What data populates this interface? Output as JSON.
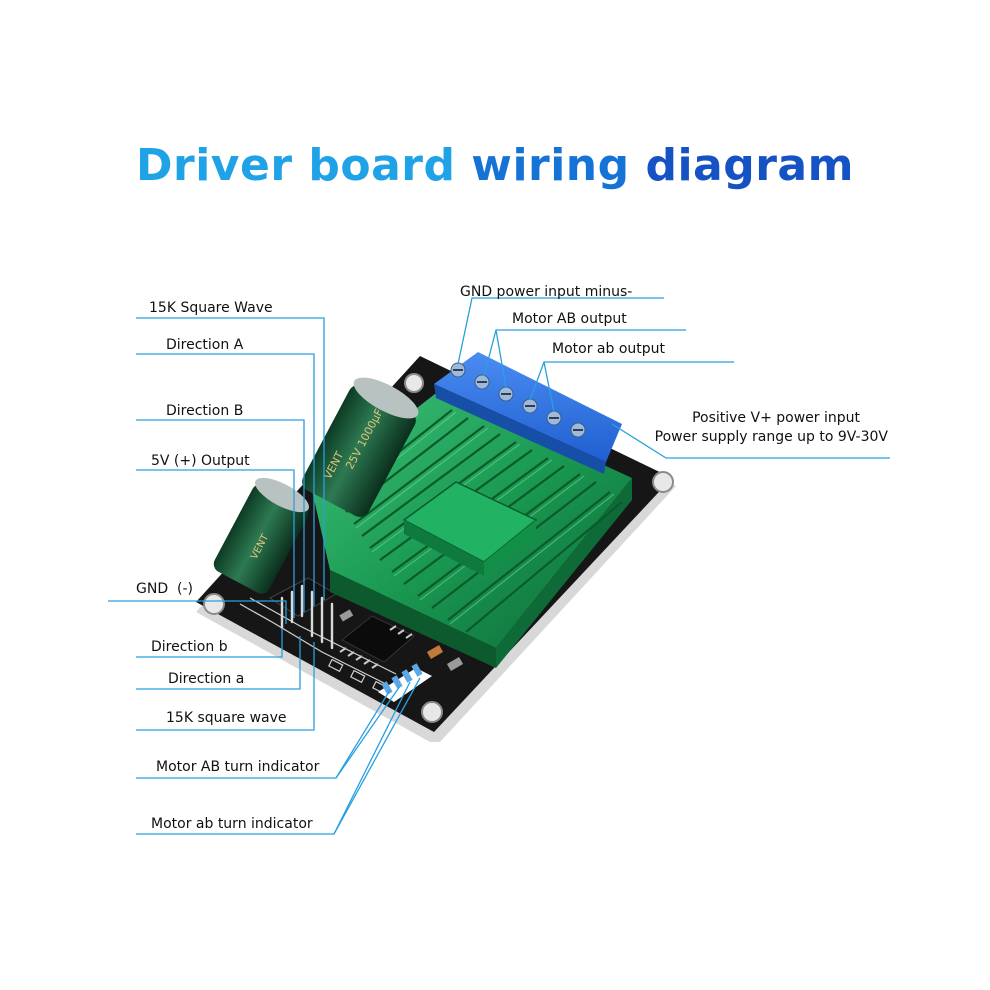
{
  "title": {
    "word1": "Driver board",
    "word2": "wiring",
    "word3": "diagram"
  },
  "colors": {
    "title_light": "#1fa2e6",
    "title_mid": "#1573d6",
    "title_dark": "#1552c4",
    "leader_line": "#2a9fe0",
    "terminal_block": "#2f74e8",
    "heatsink": "#1a9a52",
    "pcb": "#151515"
  },
  "labels": {
    "sq_wave_15k": "15K Square Wave",
    "direction_A": "Direction A",
    "direction_B": "Direction B",
    "output_5v": "5V (+) Output",
    "gnd": "GND  (-)",
    "direction_b": "Direction b",
    "direction_a": "Direction a",
    "sq_wave_15k_lower": "15K square wave",
    "motor_AB_indicator": "Motor AB turn indicator",
    "motor_ab_indicator": "Motor ab turn indicator",
    "gnd_power_minus": "GND power input minus-",
    "motor_AB_output": "Motor AB output",
    "motor_ab_output": "Motor ab output",
    "positive_power": "Positive V+ power input",
    "power_range": "Power supply range up to 9V-30V"
  },
  "capacitor_print": {
    "brand": "VENT",
    "rating": "25V 1000μF"
  }
}
